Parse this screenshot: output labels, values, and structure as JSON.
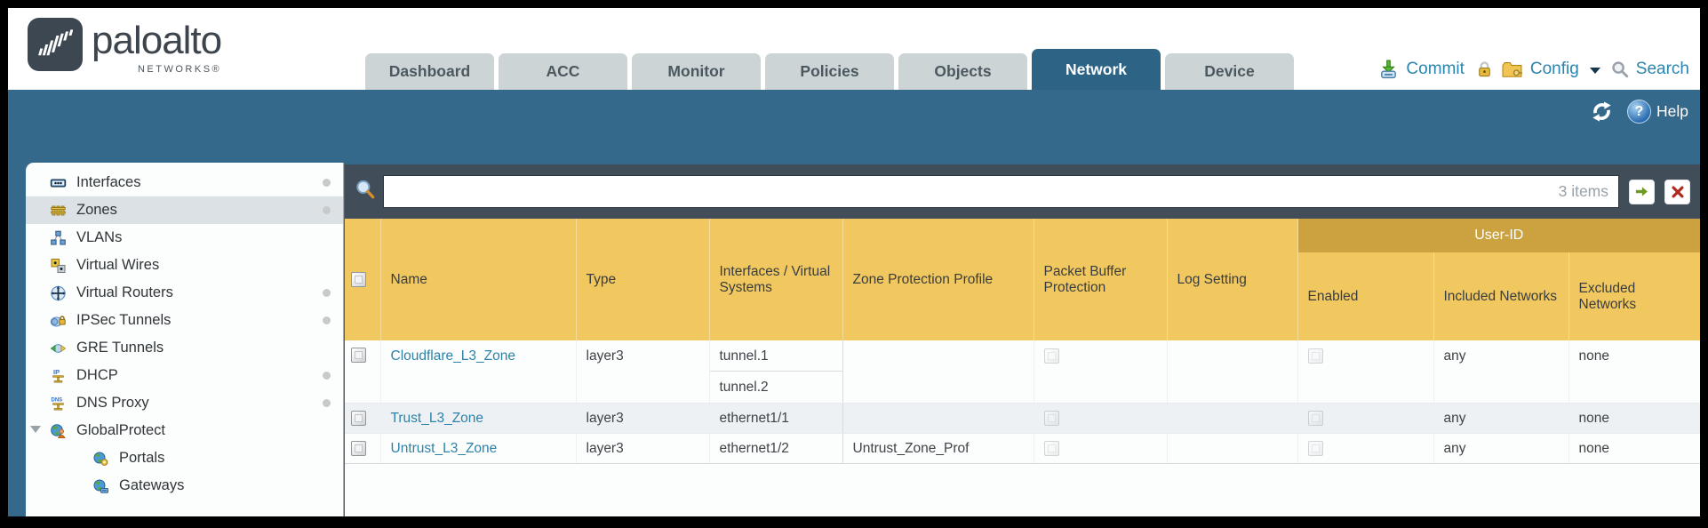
{
  "brand": {
    "logo_text": "paloalto",
    "logo_sub": "NETWORKS®",
    "logo_icon": "paloalto-pulse-icon"
  },
  "colors": {
    "teal_band": "#35698c",
    "tab_active": "#2d6486",
    "header_gold": "#f1c75f",
    "header_gold_dark": "#cba23f",
    "link_blue": "#2e82a8",
    "filter_bar": "#414d59"
  },
  "nav_tabs": [
    {
      "label": "Dashboard",
      "active": false
    },
    {
      "label": "ACC",
      "active": false
    },
    {
      "label": "Monitor",
      "active": false
    },
    {
      "label": "Policies",
      "active": false
    },
    {
      "label": "Objects",
      "active": false
    },
    {
      "label": "Network",
      "active": true
    },
    {
      "label": "Device",
      "active": false
    }
  ],
  "utility": {
    "commit_label": "Commit",
    "commit_icon": "commit-icon",
    "lock_icon": "lock-icon",
    "config_label": "Config",
    "config_icon": "config-icon",
    "config_caret_icon": "chevron-down-icon",
    "search_label": "Search",
    "search_icon": "search-icon"
  },
  "band": {
    "refresh_icon": "refresh-icon",
    "help_icon": "help-icon",
    "help_label": "Help"
  },
  "filter": {
    "query": "",
    "count_label": "3 items",
    "magnifier_icon": "filter-search-icon",
    "apply_icon": "apply-arrow-icon",
    "clear_icon": "clear-x-icon"
  },
  "sidebar": {
    "items": [
      {
        "label": "Interfaces",
        "icon": "interfaces-icon",
        "dot": true,
        "selected": false
      },
      {
        "label": "Zones",
        "icon": "zones-icon",
        "dot": true,
        "selected": true
      },
      {
        "label": "VLANs",
        "icon": "vlans-icon",
        "dot": false,
        "selected": false
      },
      {
        "label": "Virtual Wires",
        "icon": "virtual-wires-icon",
        "dot": false,
        "selected": false
      },
      {
        "label": "Virtual Routers",
        "icon": "virtual-routers-icon",
        "dot": true,
        "selected": false
      },
      {
        "label": "IPSec Tunnels",
        "icon": "ipsec-tunnels-icon",
        "dot": true,
        "selected": false
      },
      {
        "label": "GRE Tunnels",
        "icon": "gre-tunnels-icon",
        "dot": false,
        "selected": false
      },
      {
        "label": "DHCP",
        "icon": "dhcp-icon",
        "dot": true,
        "selected": false
      },
      {
        "label": "DNS Proxy",
        "icon": "dns-proxy-icon",
        "dot": true,
        "selected": false
      },
      {
        "label": "GlobalProtect",
        "icon": "globalprotect-icon",
        "dot": false,
        "selected": false,
        "expanded": true
      },
      {
        "label": "Portals",
        "icon": "portals-icon",
        "dot": false,
        "selected": false,
        "child": true
      },
      {
        "label": "Gateways",
        "icon": "gateways-icon",
        "dot": false,
        "selected": false,
        "child": true
      }
    ]
  },
  "table": {
    "group_header": "User-ID",
    "headers": {
      "name": "Name",
      "type": "Type",
      "interfaces": "Interfaces / Virtual Systems",
      "zone_protection": "Zone Protection Profile",
      "packet_buffer": "Packet Buffer Protection",
      "log_setting": "Log Setting",
      "enabled": "Enabled",
      "included": "Included Networks",
      "excluded": "Excluded Networks"
    },
    "rows": [
      {
        "name": "Cloudflare_L3_Zone",
        "type": "layer3",
        "interfaces": [
          "tunnel.1",
          "tunnel.2"
        ],
        "zone_protection": "",
        "packet_buffer_checked": false,
        "log_setting": "",
        "enabled_checked": false,
        "included": "any",
        "excluded": "none"
      },
      {
        "name": "Trust_L3_Zone",
        "type": "layer3",
        "interfaces": [
          "ethernet1/1"
        ],
        "zone_protection": "",
        "packet_buffer_checked": false,
        "log_setting": "",
        "enabled_checked": false,
        "included": "any",
        "excluded": "none"
      },
      {
        "name": "Untrust_L3_Zone",
        "type": "layer3",
        "interfaces": [
          "ethernet1/2"
        ],
        "zone_protection": "Untrust_Zone_Prof",
        "packet_buffer_checked": false,
        "log_setting": "",
        "enabled_checked": false,
        "included": "any",
        "excluded": "none"
      }
    ]
  }
}
